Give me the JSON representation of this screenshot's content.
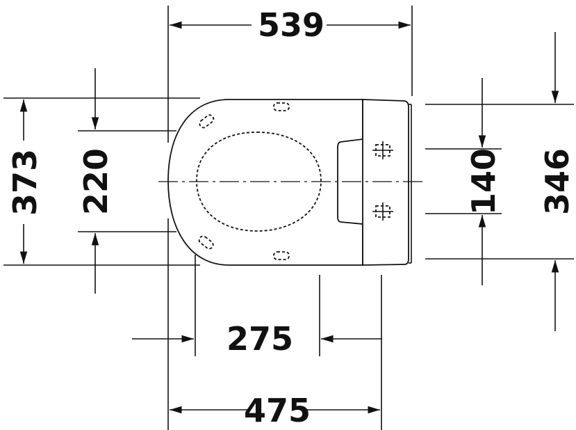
{
  "dimensions": {
    "overall_length": "539",
    "overall_width": "373",
    "inner_width": "220",
    "hinge_spacing": "140",
    "seat_width": "346",
    "inner_length": "275",
    "length_to_hinge": "475"
  },
  "colors": {
    "ink": "#111111",
    "background": "#ffffff"
  }
}
